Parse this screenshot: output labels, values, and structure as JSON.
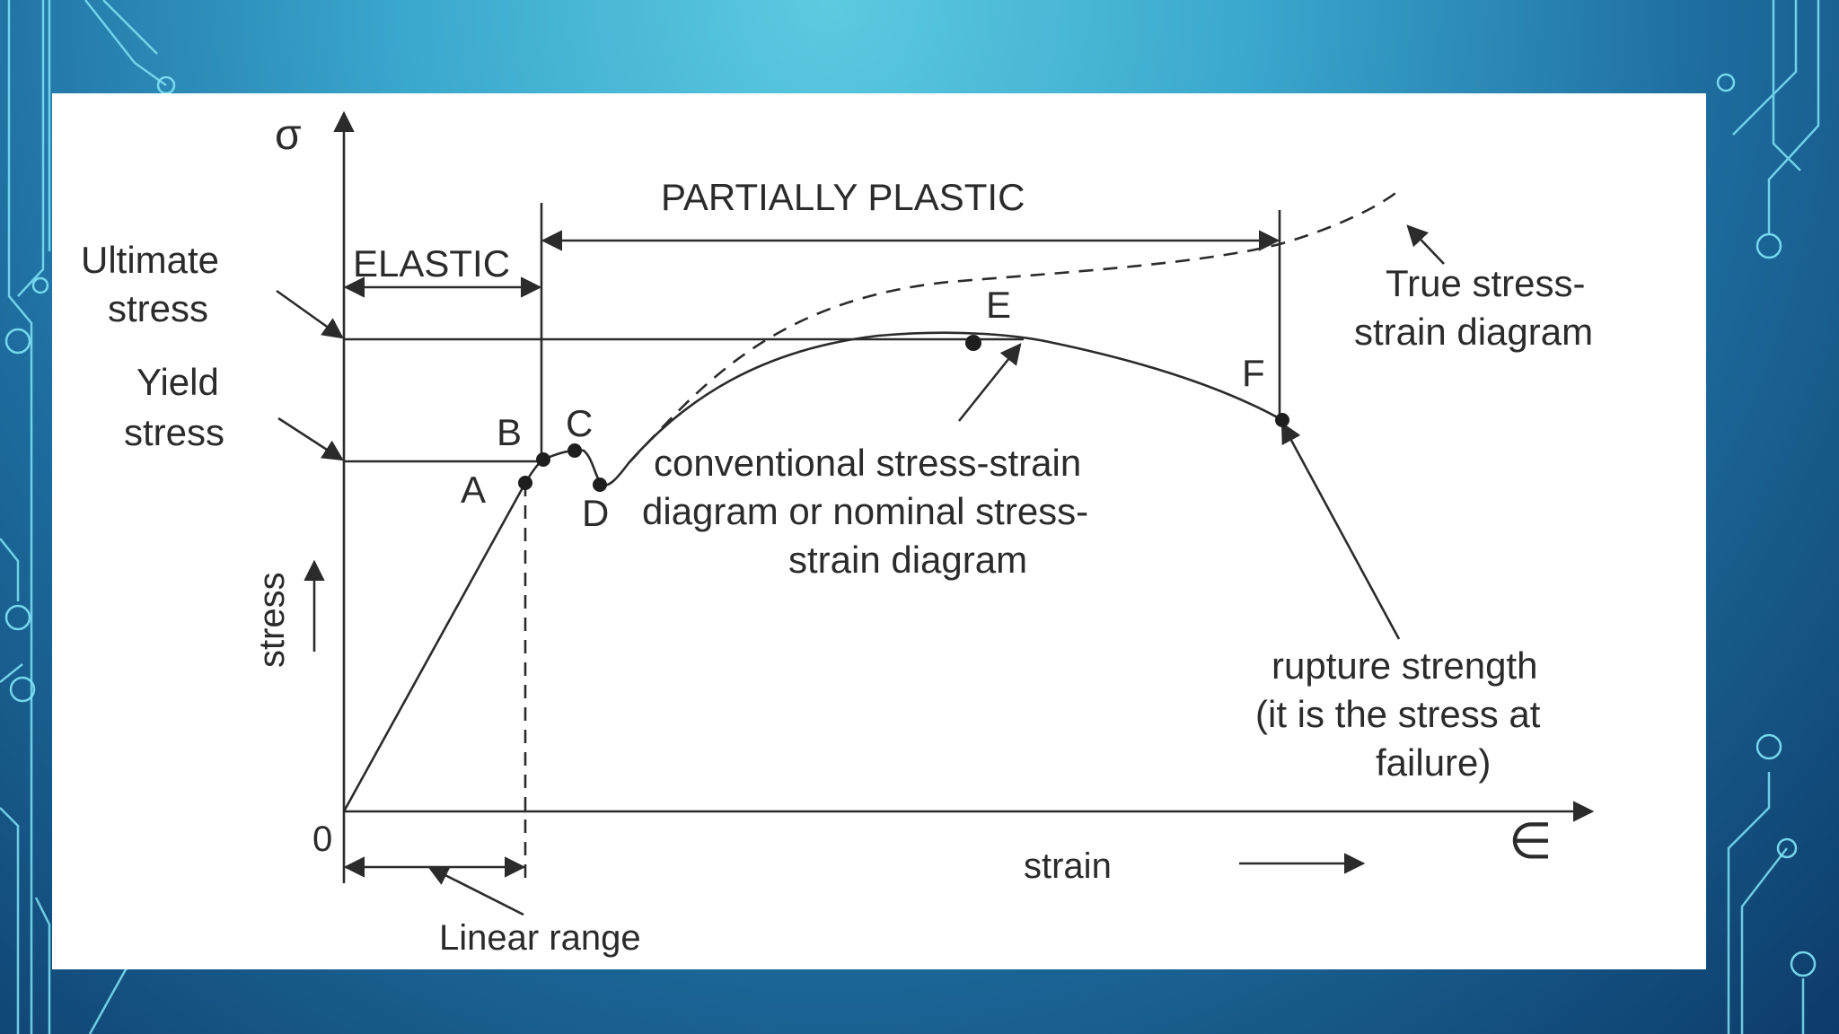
{
  "diagram": {
    "axes": {
      "y_symbol": "σ",
      "x_symbol": "∈",
      "origin": "0",
      "x_label": "strain",
      "y_label": "stress"
    },
    "regions": {
      "elastic": "ELASTIC",
      "partially_plastic": "PARTIALLY PLASTIC",
      "linear_range": "Linear range"
    },
    "stress_labels": {
      "ultimate_line1": "Ultimate",
      "ultimate_line2": "stress",
      "yield_line1": "Yield",
      "yield_line2": "stress"
    },
    "points": [
      "A",
      "B",
      "C",
      "D",
      "E",
      "F"
    ],
    "annotations": {
      "conventional": [
        "conventional stress-strain",
        "diagram or nominal stress-",
        "strain diagram"
      ],
      "true": [
        "True stress-",
        "strain diagram"
      ],
      "rupture": [
        "rupture strength",
        "(it is the stress at",
        "failure)"
      ]
    },
    "colors": {
      "ink": "#2b2b2b",
      "panel": "#ffffff",
      "circuit": "#7fe3f5"
    }
  }
}
